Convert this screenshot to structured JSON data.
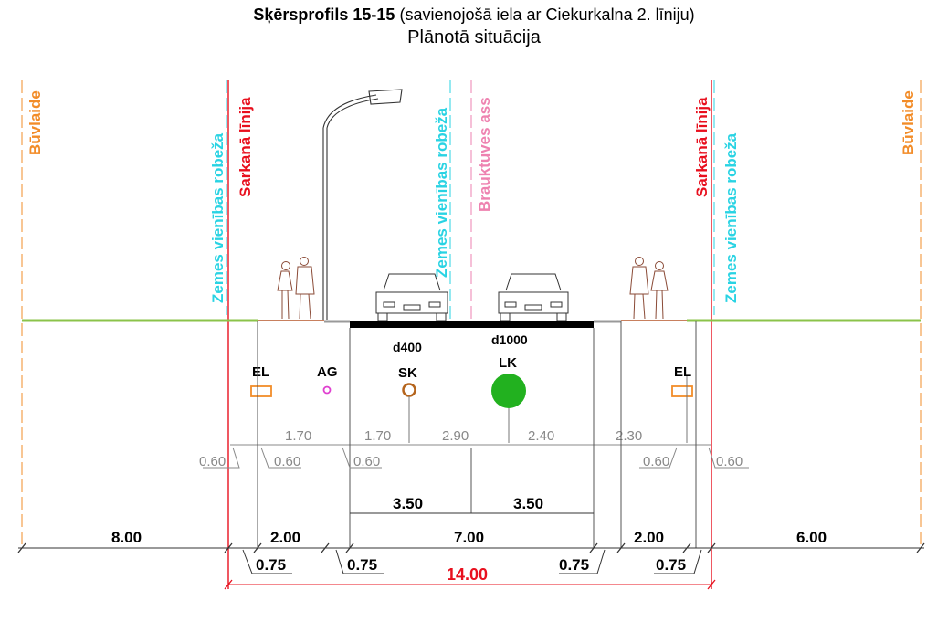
{
  "title": {
    "bold": "Sķērsprofils 15-15",
    "rest": " (savienojošā iela ar Ciekurkalna 2. līniju)",
    "subtitle": "Plānotā situācija"
  },
  "vertical_labels": {
    "buvlaide_left": "Būvlaide",
    "zemes_left": "Zemes vienības robeža",
    "sarkana_left": "Sarkanā līnija",
    "zemes_center": "Zemes vienības robeža",
    "brauktuves_ass": "Brauktuves ass",
    "sarkana_right": "Sarkanā līnija",
    "zemes_right": "Zemes vienības robeža",
    "buvlaide_right": "Būvlaide"
  },
  "utilities": {
    "el_left": "EL",
    "ag": "AG",
    "sk_label": "SK",
    "sk_diam": "d400",
    "lk_label": "LK",
    "lk_diam": "d1000",
    "el_right": "EL"
  },
  "dims_utility_row": {
    "d1": "1.70",
    "d2": "1.70",
    "d3": "2.90",
    "d4": "2.40",
    "d5": "2.30"
  },
  "dims_offset_row": {
    "o1": "0.60",
    "o2": "0.60",
    "o3": "0.60",
    "o4": "0.60",
    "o5": "0.60"
  },
  "dims_lanes": {
    "lane_left": "3.50",
    "lane_right": "3.50"
  },
  "dims_main": {
    "m1": "8.00",
    "m2": "2.00",
    "m3": "7.00",
    "m4": "2.00",
    "m5": "6.00"
  },
  "dims_small": {
    "s1": "0.75",
    "s2": "0.75",
    "s3": "0.75",
    "s4": "0.75"
  },
  "dims_total": "14.00",
  "colors": {
    "buvlaide": "#f28c28",
    "zemes": "#29d3e3",
    "sarkana": "#e8101e",
    "brauktuves": "#ee82b0",
    "ground": "#8bc34a",
    "dim": "#777777",
    "lk_fill": "#22b11f",
    "sk_ring": "#b5651d",
    "el_box": "#f28c28",
    "ag_pink": "#e040d0"
  }
}
